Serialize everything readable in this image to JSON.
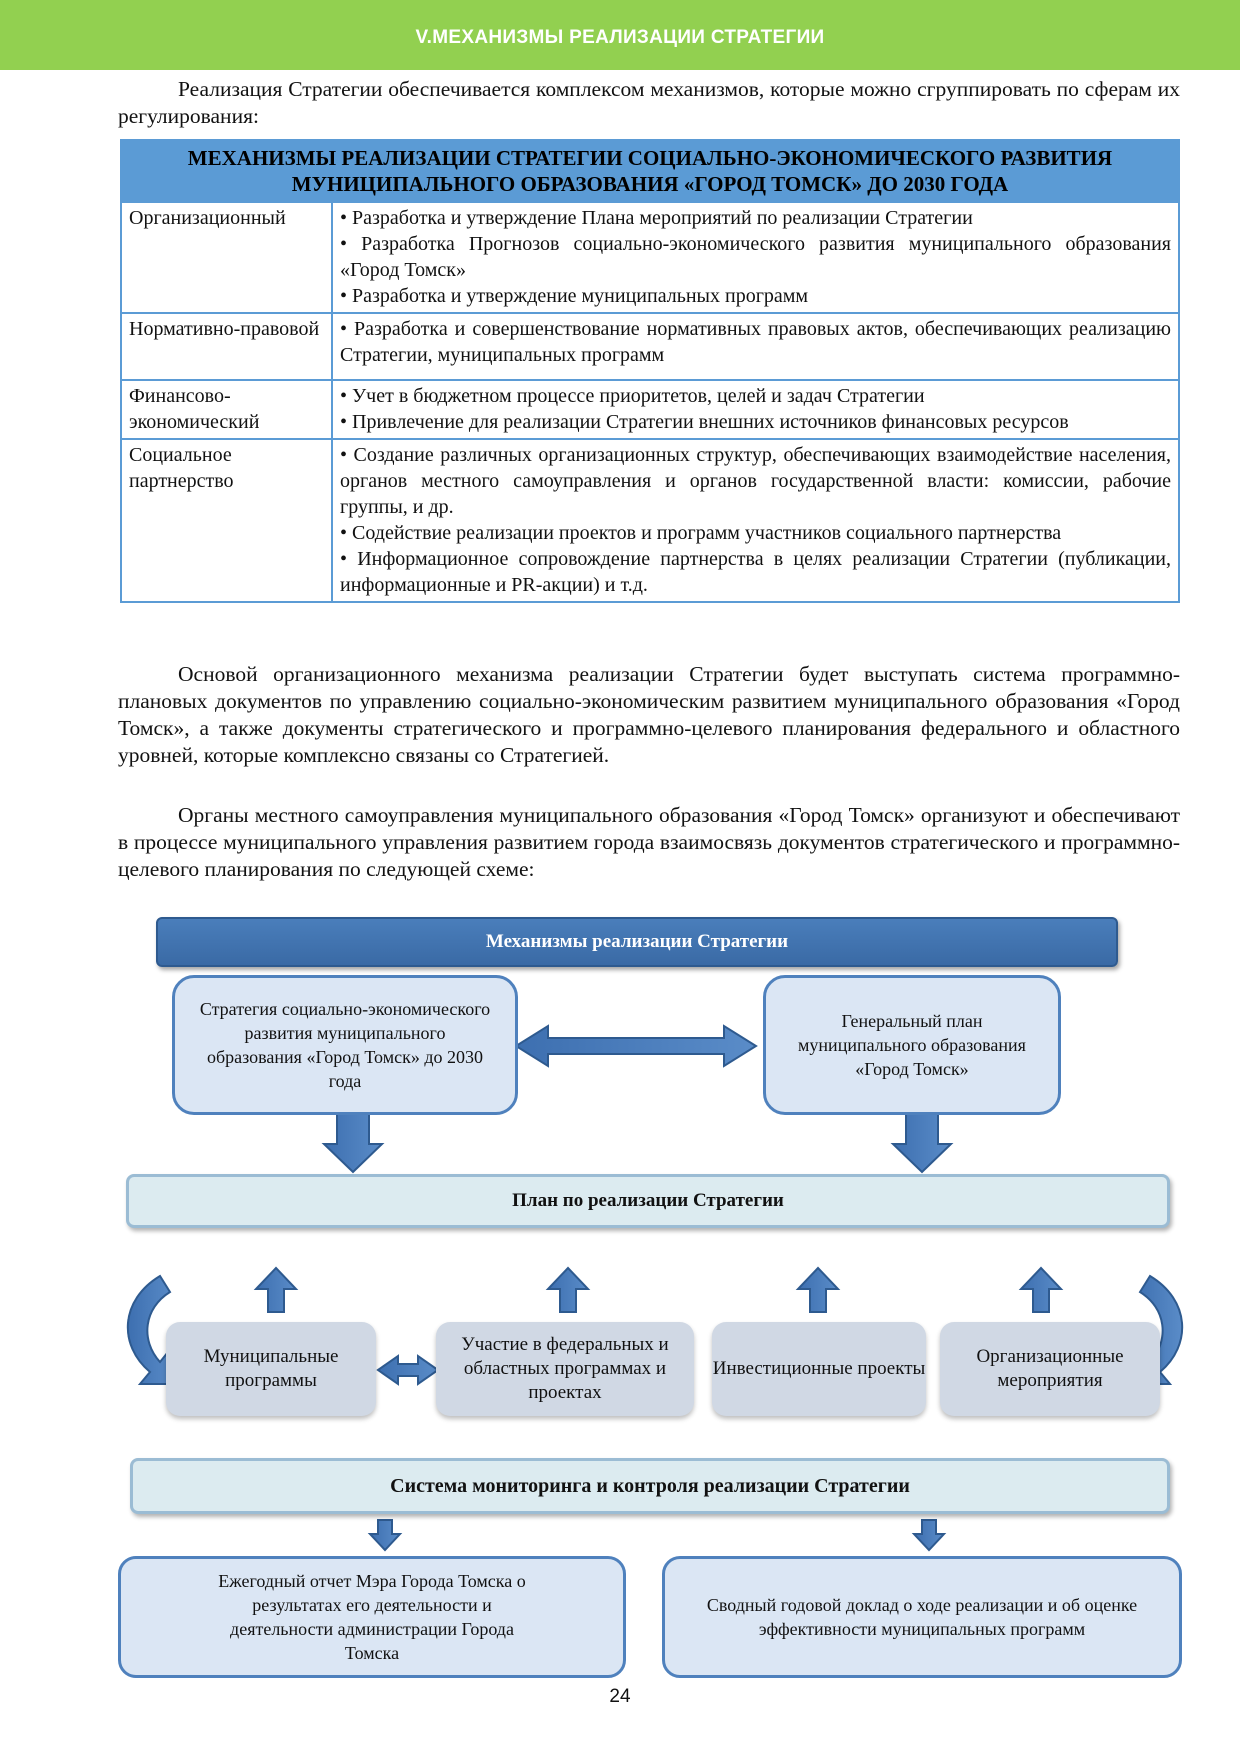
{
  "header": {
    "title": "V.МЕХАНИЗМЫ РЕАЛИЗАЦИИ СТРАТЕГИИ"
  },
  "intro": "Реализация Стратегии обеспечивается комплексом механизмов, которые можно сгруппировать по сферам их регулирования:",
  "table": {
    "heading": "МЕХАНИЗМЫ РЕАЛИЗАЦИИ СТРАТЕГИИ СОЦИАЛЬНО-ЭКОНОМИЧЕСКОГО РАЗВИТИЯ МУНИЦИПАЛЬНОГО ОБРАЗОВАНИЯ «ГОРОД ТОМСК» ДО 2030 ГОДА",
    "rows": [
      {
        "category": "Организационный",
        "items": [
          "• Разработка и утверждение Плана мероприятий по реализации Стратегии",
          "• Разработка Прогнозов социально-экономического развития муниципального образования «Город Томск»",
          "• Разработка и утверждение муниципальных программ"
        ]
      },
      {
        "category": "Нормативно-правовой",
        "items": [
          "• Разработка и совершенствование нормативных правовых актов, обеспечивающих реализацию Стратегии, муниципальных программ"
        ]
      },
      {
        "category": "Финансово-экономический",
        "items": [
          "• Учет в бюджетном процессе приоритетов, целей и задач Стратегии",
          "• Привлечение для реализации Стратегии внешних источников финансовых ресурсов"
        ]
      },
      {
        "category": "Социальное партнерство",
        "items": [
          "• Создание различных организационных структур, обеспечивающих взаимодействие населения, органов местного самоуправления и органов государственной власти: комиссии, рабочие группы, и др.",
          "• Содействие реализации проектов и программ участников социального партнерства",
          "• Информационное сопровождение партнерства в целях реализации Стратегии (публикации, информационные и PR-акции) и т.д."
        ]
      }
    ]
  },
  "para1": "Основой организационного механизма реализации Стратегии будет выступать система программно-плановых документов по управлению социально-экономическим развитием муниципального образования «Город Томск», а также документы стратегического и программно-целевого планирования федерального и областного уровней, которые комплексно связаны со Стратегией.",
  "para2": "Органы местного самоуправления муниципального образования «Город Томск» организуют и обеспечивают в процессе муниципального управления развитием города взаимосвязь документов стратегического и программно-целевого планирования по следующей схеме:",
  "diagram": {
    "top": "Механизмы реализации Стратегии",
    "strategy": "Стратегия социально-экономического развития муниципального образования «Город Томск» до 2030 года",
    "general_plan": "Генеральный план муниципального образования «Город Томск»",
    "plan": "План по реализации Стратегии",
    "municipal": "Муниципальные программы",
    "federal": "Участие в федеральных и областных программах и проектах",
    "investment": "Инвестиционные проекты",
    "organizational": "Организационные мероприятия",
    "monitoring": "Система мониторинга и контроля реализации Стратегии",
    "report": "Ежегодный отчет Мэра Города Томска о результатах его деятельности и деятельности администрации Города Томска",
    "summary": "Сводный годовой доклад о ходе реализации и об оценке эффективности муниципальных программ"
  },
  "page_number": "24"
}
